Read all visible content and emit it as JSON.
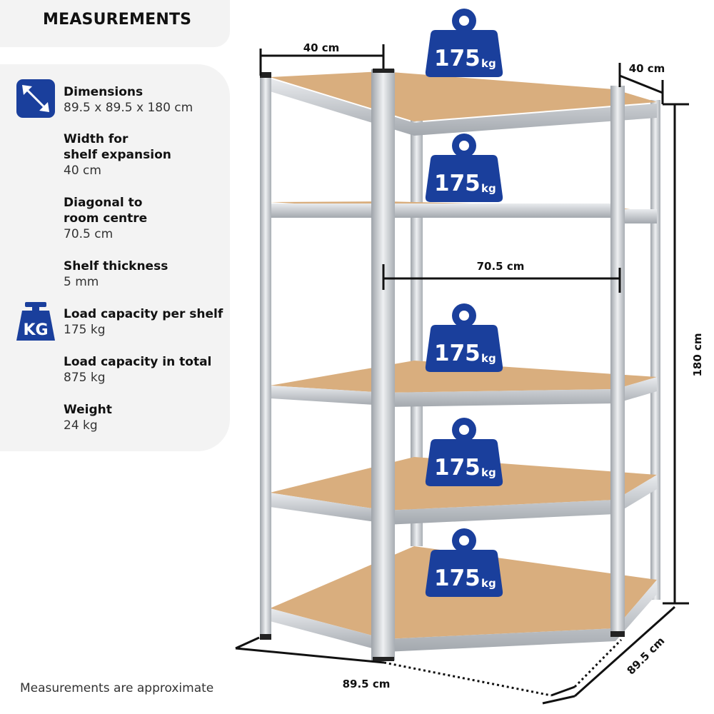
{
  "title": "MEASUREMENTS",
  "specs": [
    {
      "label": "Dimensions",
      "value": "89.5 x 89.5 x 180 cm",
      "icon": "diagonal-arrow-icon"
    },
    {
      "label": "Width for\nshelf expansion",
      "value": "40 cm"
    },
    {
      "label": "Diagonal to\nroom centre",
      "value": "70.5 cm"
    },
    {
      "label": "Shelf thickness",
      "value": "5 mm"
    },
    {
      "label": "Load capacity per shelf",
      "value": "175 kg",
      "icon": "kg-weight-icon",
      "icon_text": "KG"
    },
    {
      "label": "Load capacity in total",
      "value": "875 kg"
    },
    {
      "label": "Weight",
      "value": "24 kg"
    }
  ],
  "footer": "Measurements are approximate",
  "diagram": {
    "dim_top_left": "40 cm",
    "dim_top_right": "40 cm",
    "dim_diagonal": "70.5 cm",
    "dim_height": "180 cm",
    "dim_bottom_left": "89.5 cm",
    "dim_bottom_right": "89.5 cm",
    "weight_value": "175",
    "weight_unit": "kg",
    "weights_count": 5
  },
  "colors": {
    "brand_blue": "#1a3f9c",
    "board": "#d9ae7e",
    "steel": "#c9cdd2",
    "panel": "#f3f3f3"
  }
}
